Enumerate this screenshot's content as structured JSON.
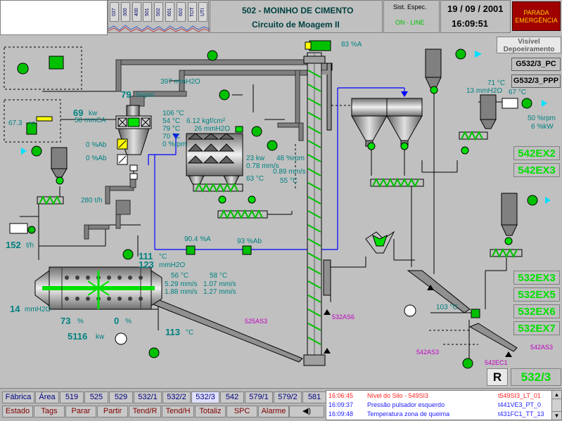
{
  "header": {
    "title": "502 - MOINHO DE CIMENTO",
    "subtitle": "Circuito de Moagem II",
    "sist_label": "Sist. Espec.",
    "sist_status": "ON - LINE",
    "date": "19 / 09 / 2001",
    "time": "16:09:51",
    "emergency": "PARADA EMERGÊNCIA",
    "tabs": [
      "037",
      "300",
      "400",
      "501",
      "502",
      "601",
      "602",
      "TOT",
      "UTI"
    ]
  },
  "right_panel": {
    "visivel": "Visível Depoeiramento",
    "tag1": "G532/3_PC",
    "tag2": "G532/3_PPP",
    "eq1": "542EX2",
    "eq2": "542EX3",
    "eq3": "532EX3",
    "eq4": "532EX5",
    "eq5": "532EX6",
    "eq6": "532EX7",
    "r_label": "R",
    "r_value": "532/3"
  },
  "process": {
    "amp_top": "83 %A",
    "sep_rpm": "79",
    "sep_rpm_unit": "%rpm",
    "mmh2o_397": "397 mmH2O",
    "kw_69": "69",
    "kw_unit": "kw",
    "mmca_50": "50  mmCA",
    "temp_673": "67.3",
    "temp_c": "°C",
    "ab_0a": "0 %Ab",
    "ab_0b": "0 %Ab",
    "t106": "106 °C",
    "t54": "54  °C",
    "t79": "79  °C",
    "t70": "70  °C",
    "rpm0": "0  %rpm",
    "kgf": "6.12 kgf/cm²",
    "mmh2o26": "26  mmH2O",
    "kw23": "23  kw",
    "rpm48": "48  %rpm",
    "ms078": "0.78  mm/s",
    "ms089": "0.89  mm/s",
    "c63": "63  °C",
    "c55": "55  °C",
    "th280": "280  t/h",
    "th152": "152",
    "th_unit": "t/h",
    "a904": "90.4  %A",
    "ab93": "93  %Ab",
    "c111": "111",
    "c_unit": "°C",
    "mm123": "123",
    "mm_unit": "mmH2O",
    "c56": "56  °C",
    "c58": "58  °C",
    "ms529": "5.29  mm/s",
    "ms107": "1.07  mm/s",
    "ms188": "1.88  mm/s",
    "ms127": "1.27  mm/s",
    "mm14": "14",
    "mm14u": "mmH2O",
    "p73": "73",
    "p73u": "%",
    "p0": "0",
    "p0u": "%",
    "kw5116": "5116",
    "kw5116u": "kw",
    "c113": "113",
    "c113u": "°C",
    "c71": "71  °C",
    "mm13": "13  mmH2O",
    "c67": "67  °C",
    "rpm50": "50  %rpm",
    "kw6": "6  %kW",
    "c103": "103  °C",
    "tag_525as3": "525AS3",
    "tag_532as6": "532AS6",
    "tag_542as3a": "542AS3",
    "tag_542ec1": "542EC1",
    "tag_542as3b": "542AS3"
  },
  "nav": {
    "row1": [
      "Fábrica",
      "Área",
      "519",
      "525",
      "529",
      "532/1",
      "532/2",
      "532/3",
      "542",
      "579/1",
      "579/2",
      "581"
    ],
    "row2": [
      "Estado",
      "Tags",
      "Parar",
      "Partir",
      "Tend/R",
      "Tend/H",
      "Totaliz",
      "SPC",
      "Alarme"
    ]
  },
  "alarms": [
    {
      "time": "16:06:45",
      "text": "Nível do Silo - 549SI3",
      "tag": "t549SI3_LT_01",
      "color": "#ff2020"
    },
    {
      "time": "16:09:37",
      "text": "Pressão pulsador esquerdo",
      "tag": "t441VE3_PT_0",
      "color": "#2020ff"
    },
    {
      "time": "16:09:48",
      "text": "Temperatura zona de queima",
      "tag": "t431FC1_TT_13",
      "color": "#2020ff"
    }
  ]
}
